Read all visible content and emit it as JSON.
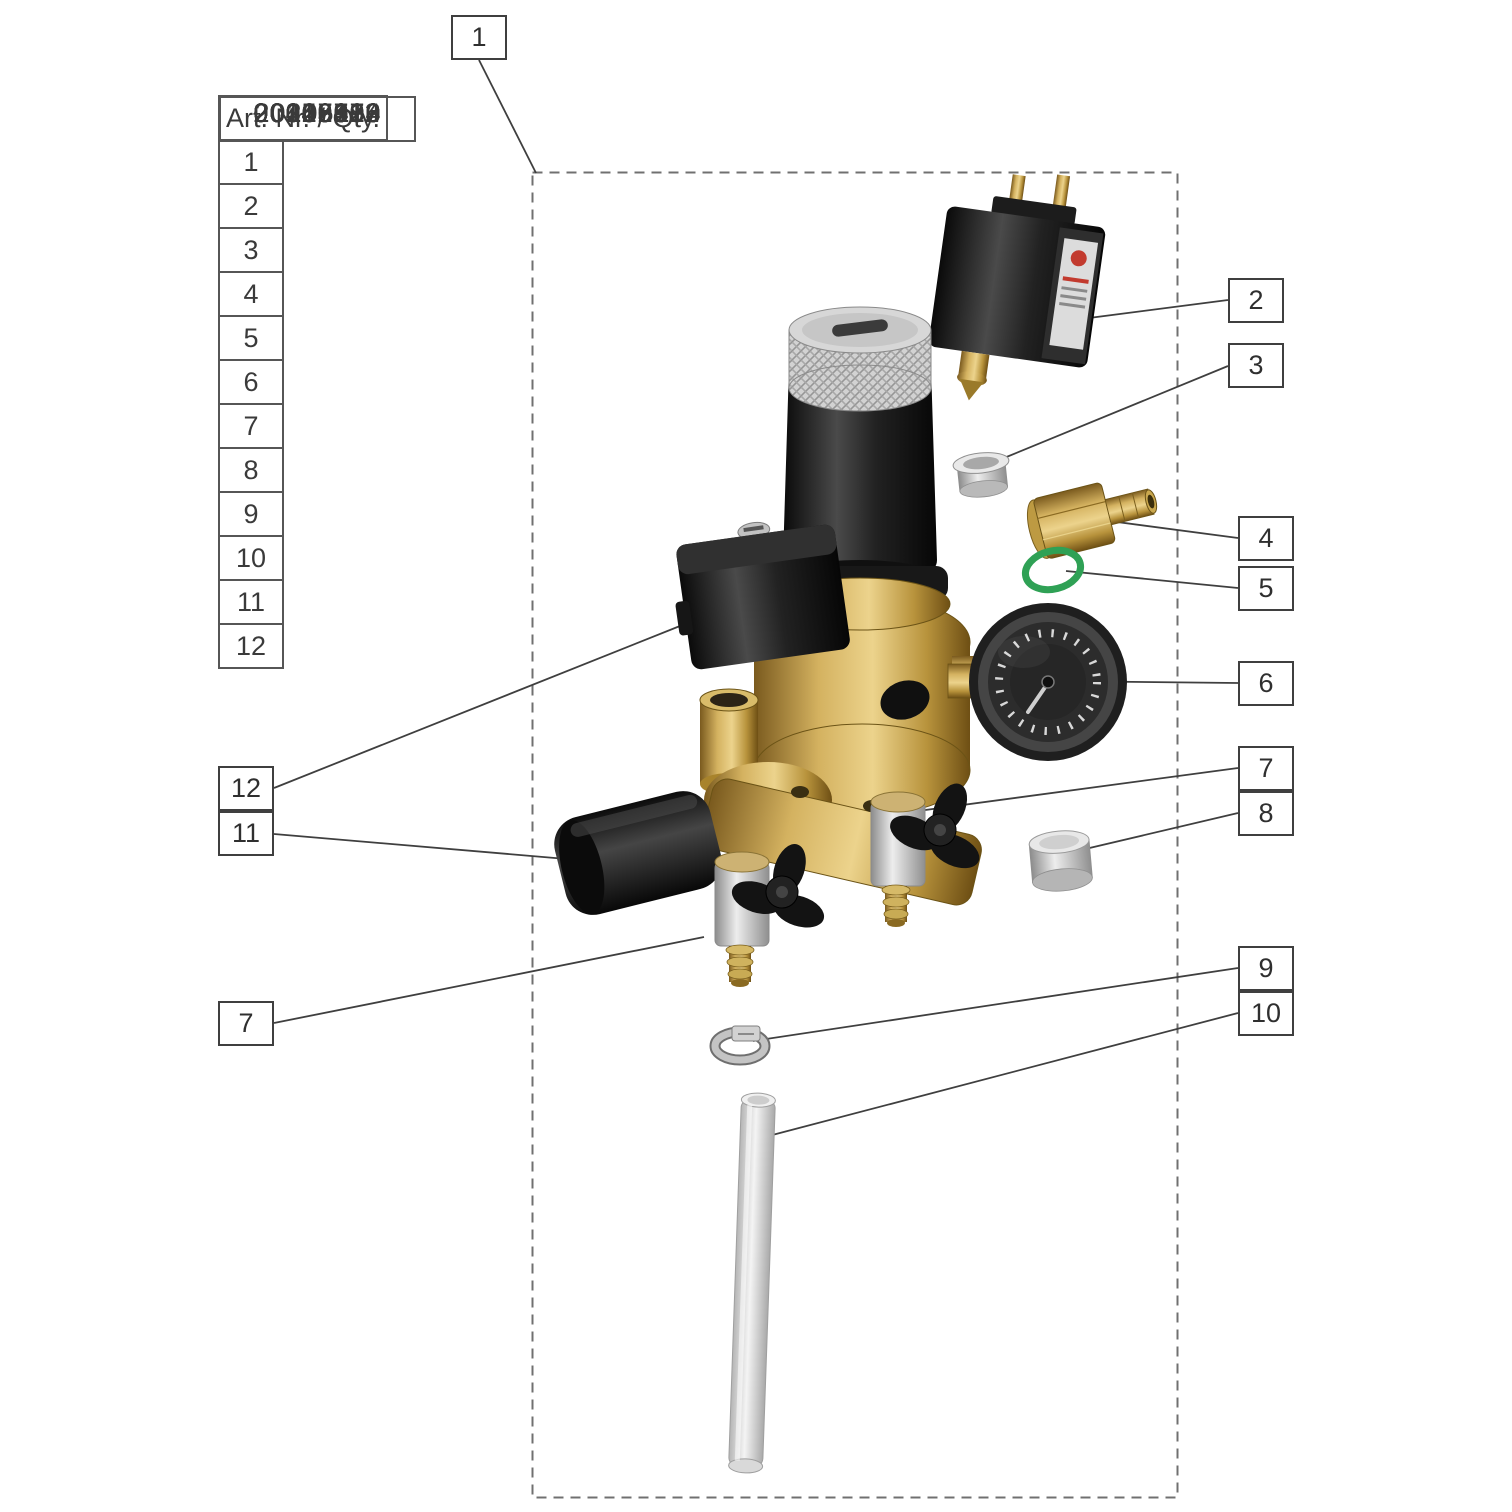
{
  "table": {
    "header": "Art. Nr. / Qty.",
    "rows": [
      {
        "no": "1",
        "art": "00422474"
      },
      {
        "no": "2",
        "art": "00153016"
      },
      {
        "no": "3",
        "art": "20205112"
      },
      {
        "no": "4",
        "art": "00068893"
      },
      {
        "no": "5",
        "art": "20156010"
      },
      {
        "no": "6",
        "art": "00019913"
      },
      {
        "no": "7",
        "art": "20215300"
      },
      {
        "no": "8",
        "art": "20205880"
      },
      {
        "no": "9",
        "art": "20202610"
      },
      {
        "no": "10",
        "art": "00047719"
      },
      {
        "no": "11",
        "art": "00040426"
      },
      {
        "no": "12",
        "art": "00019606"
      }
    ]
  },
  "callouts": [
    {
      "label": "1"
    },
    {
      "label": "2"
    },
    {
      "label": "3"
    },
    {
      "label": "4"
    },
    {
      "label": "5"
    },
    {
      "label": "6"
    },
    {
      "label": "7"
    },
    {
      "label": "8"
    },
    {
      "label": "9"
    },
    {
      "label": "10"
    },
    {
      "label": "12"
    },
    {
      "label": "11"
    },
    {
      "label": "7"
    }
  ],
  "colors": {
    "brass": "#caa84e",
    "oring_green": "#2fa155",
    "part_black": "#141414",
    "steel_gray": "#d9d9d9",
    "tube_gray": "#e6e6e6",
    "leader_line": "#3f3f3f",
    "frame_dash": "#707070"
  }
}
